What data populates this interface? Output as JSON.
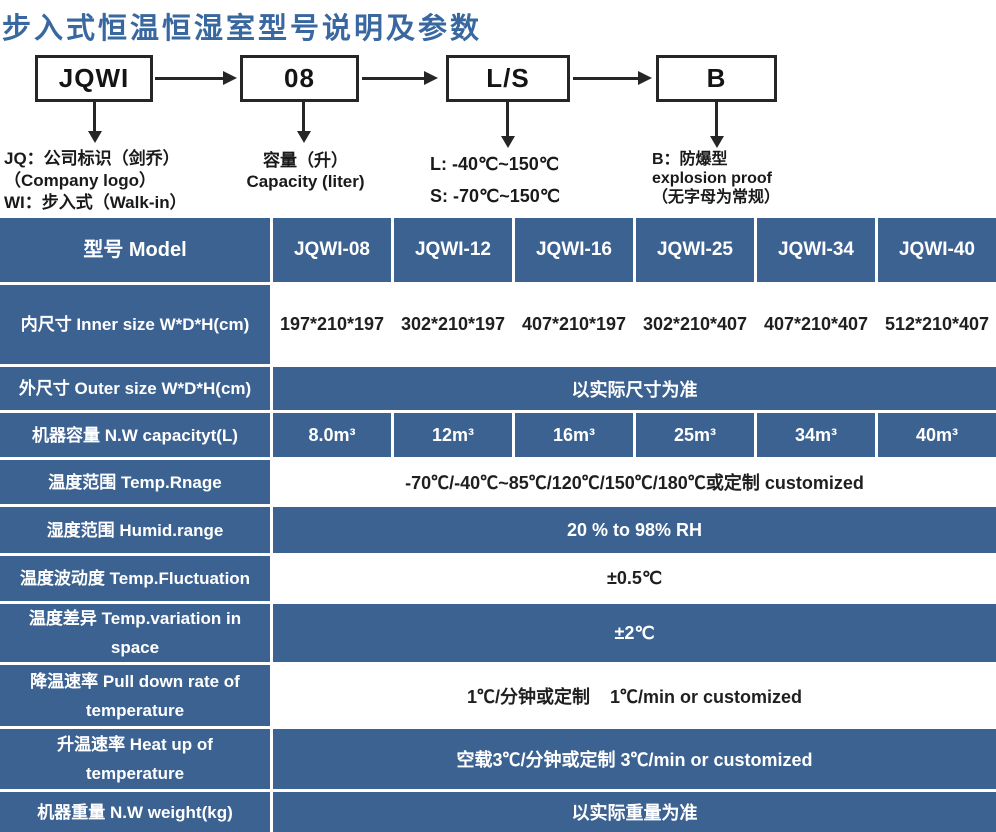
{
  "title": "步入式恒温恒湿室型号说明及参数",
  "flow": {
    "box1": "JQWI",
    "box2": "08",
    "box3": "L/S",
    "box4": "B",
    "note1_line1": "JQ：公司标识（剑乔）",
    "note1_line2": "（Company logo）",
    "note1_line3": "WI：步入式（Walk-in）",
    "note2_line1": "容量（升）",
    "note2_line2": "Capacity (liter)",
    "note3_line1": "L: -40℃~150℃",
    "note3_line2": "S: -70℃~150℃",
    "note4_line1": "B：防爆型",
    "note4_line2": "explosion proof",
    "note4_line3": "（无字母为常规）"
  },
  "table": {
    "header_label": "型号 Model",
    "models": [
      "JQWI-08",
      "JQWI-12",
      "JQWI-16",
      "JQWI-25",
      "JQWI-34",
      "JQWI-40"
    ],
    "rows": {
      "inner_size": {
        "label": "内尺寸 Inner size W*D*H(cm)",
        "values": [
          "197*210*197",
          "302*210*197",
          "407*210*197",
          "302*210*407",
          "407*210*407",
          "512*210*407"
        ]
      },
      "outer_size": {
        "label": "外尺寸 Outer size W*D*H(cm)",
        "value": "以实际尺寸为准"
      },
      "capacity": {
        "label": "机器容量 N.W capacityt(L)",
        "values": [
          "8.0m³",
          "12m³",
          "16m³",
          "25m³",
          "34m³",
          "40m³"
        ]
      },
      "temp_range": {
        "label": "温度范围 Temp.Rnage",
        "value": "-70℃/-40℃~85℃/120℃/150℃/180℃或定制 customized"
      },
      "humid_range": {
        "label": "湿度范围 Humid.range",
        "value": "20 % to 98% RH"
      },
      "temp_fluctuation": {
        "label": "温度波动度 Temp.Fluctuation",
        "value": "±0.5℃"
      },
      "temp_variation": {
        "label": "温度差异 Temp.variation in space",
        "value": "±2℃"
      },
      "pull_down_rate": {
        "label": "降温速率 Pull down rate of temperature",
        "value": "1℃/分钟或定制    1℃/min or customized"
      },
      "heat_up_rate": {
        "label": "升温速率 Heat up of temperature",
        "value": "空载3℃/分钟或定制 3℃/min or customized"
      },
      "weight": {
        "label": "机器重量 N.W weight(kg)",
        "value": "以实际重量为准"
      }
    }
  },
  "colors": {
    "table_blue": "#3c6292",
    "title_blue": "#39679f",
    "line_black": "#262626"
  }
}
